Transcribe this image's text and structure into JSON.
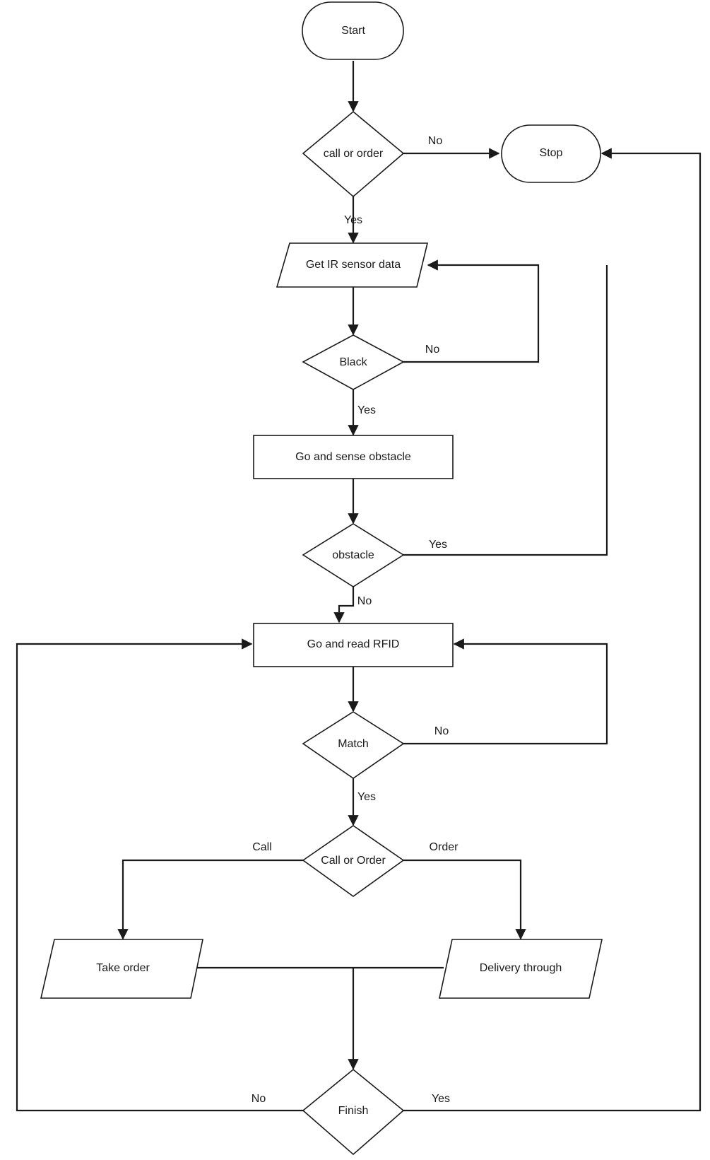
{
  "nodes": {
    "start": "Start",
    "call_or_order_check": "call or order",
    "stop": "Stop",
    "get_ir_sensor_data": "Get IR sensor data",
    "black": "Black",
    "go_and_sense_obstacle": "Go and sense obstacle",
    "obstacle": "obstacle",
    "go_and_read_rfid": "Go and read RFID",
    "match": "Match",
    "call_or_order_decision": "Call or Order",
    "take_order": "Take order",
    "delivery_through": "Delivery through",
    "finish": "Finish"
  },
  "edges": {
    "call_or_order_no": "No",
    "call_or_order_yes": "Yes",
    "black_no": "No",
    "black_yes": "Yes",
    "obstacle_yes": "Yes",
    "obstacle_no": "No",
    "match_no": "No",
    "match_yes": "Yes",
    "decision_call": "Call",
    "decision_order": "Order",
    "finish_no": "No",
    "finish_yes": "Yes"
  }
}
